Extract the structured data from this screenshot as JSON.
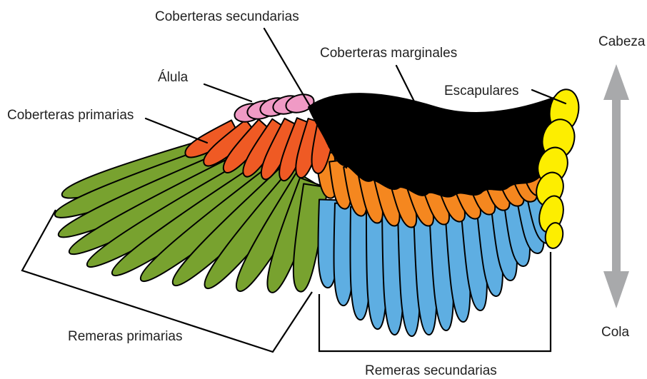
{
  "colors": {
    "primary_remiges": "#78a22f",
    "secondary_remiges": "#5eaee2",
    "coverts_orange": "#f5871f",
    "primary_coverts": "#ef5a24",
    "alula": "#f09ac5",
    "marginal_coverts": "#bcd630",
    "scapulars": "#fdee00",
    "arrow": "#a8a9ab"
  },
  "labels": {
    "secondary_coverts": "Coberteras secundarias",
    "marginal_coverts": "Coberteras marginales",
    "alula": "Álula",
    "scapulars": "Escapulares",
    "primary_coverts": "Coberteras primarias",
    "primary_remiges": "Remeras primarias",
    "secondary_remiges": "Remeras secundarias",
    "head": "Cabeza",
    "tail": "Cola"
  },
  "arrow": {
    "icon": "double-headed-vertical-arrow"
  }
}
